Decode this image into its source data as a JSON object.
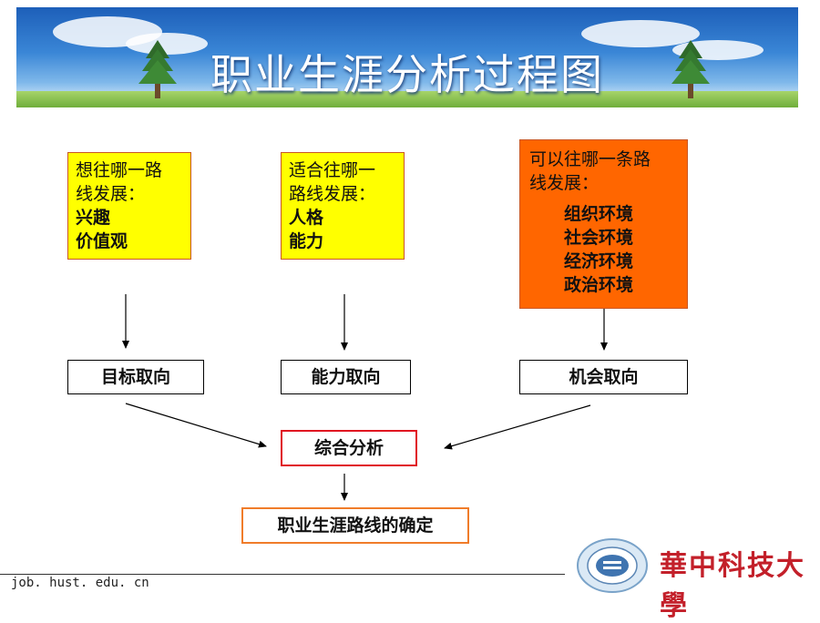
{
  "title": "职业生涯分析过程图",
  "boxes": {
    "left": {
      "line1": "想往哪一路",
      "line2": "线发展：",
      "item1": "兴趣",
      "item2": "价值观"
    },
    "middle": {
      "line1": "适合往哪一",
      "line2": "路线发展：",
      "item1": "人格",
      "item2": "能力"
    },
    "right": {
      "line1": "可以往哪一条路",
      "line2": "线发展：",
      "items": [
        "组织环境",
        "社会环境",
        "经济环境",
        "政治环境"
      ]
    }
  },
  "orientations": {
    "goal": "目标取向",
    "ability": "能力取向",
    "opportunity": "机会取向"
  },
  "synthesis": "综合分析",
  "result": "职业生涯路线的确定",
  "footer": {
    "url": "job. hust. edu. cn",
    "university": "華中科技大學"
  },
  "colors": {
    "yellow_box": "#ffff00",
    "orange_box": "#ff6600",
    "synthesis_border": "#e01020",
    "result_border": "#f07c2a",
    "logo_red": "#c3202a"
  }
}
